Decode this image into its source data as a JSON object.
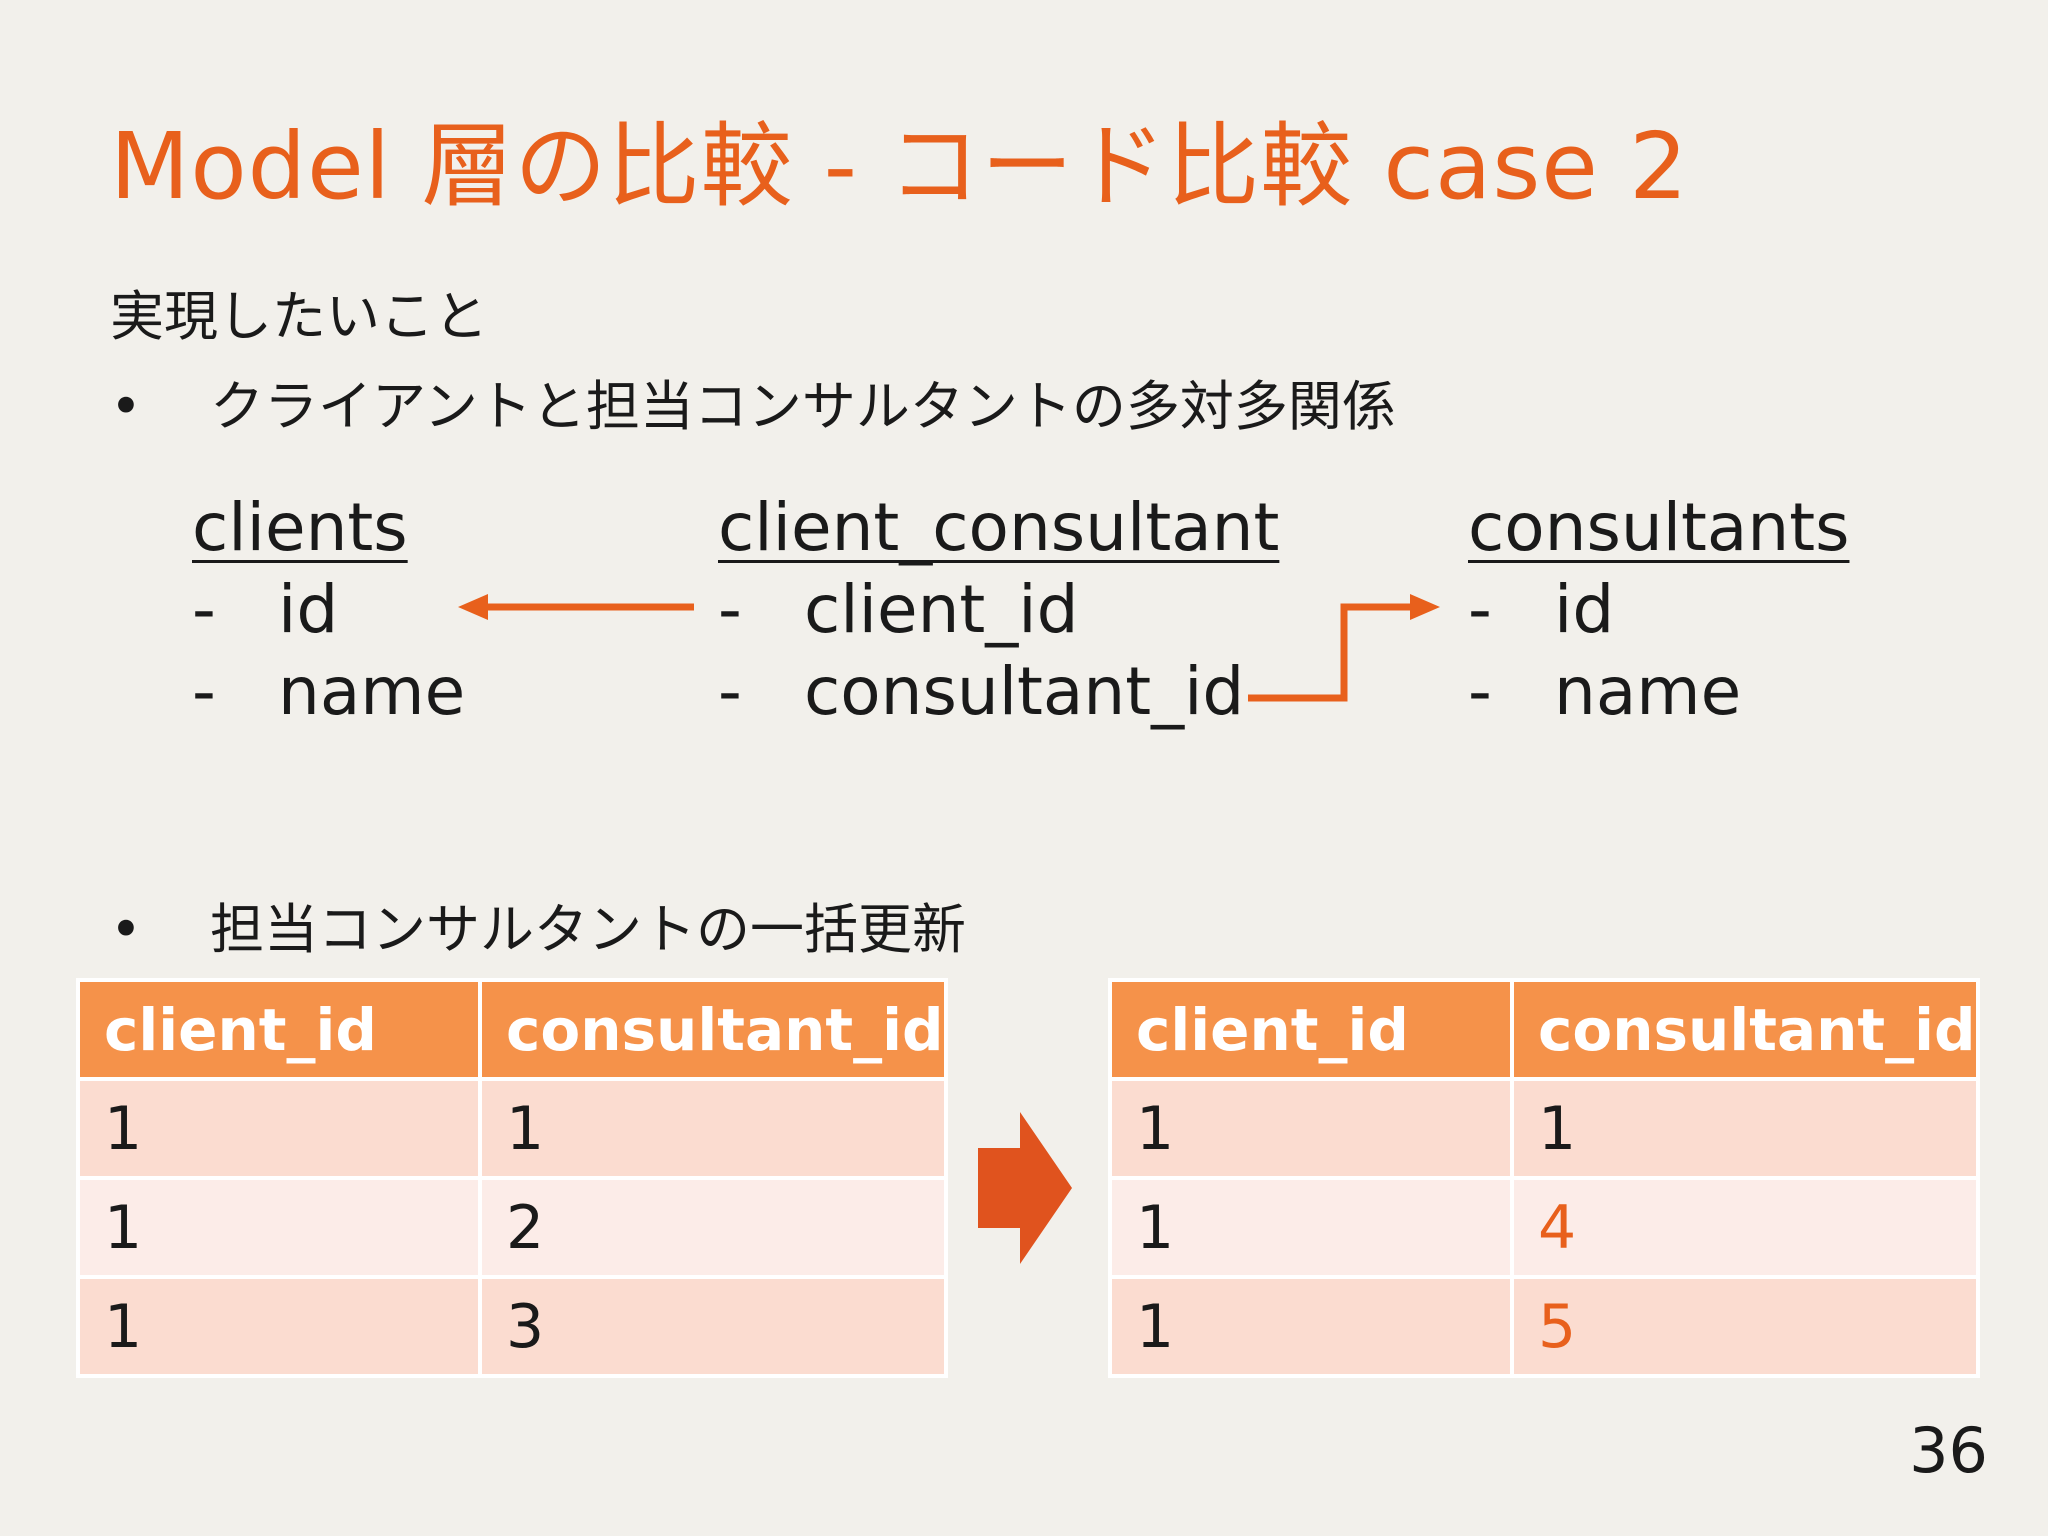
{
  "title": "Model 層の比較 - コード比較 case 2",
  "subhead": "実現したいこと",
  "bullets": [
    {
      "dot": "•",
      "text": "クライアントと担当コンサルタントの多対多関係"
    },
    {
      "dot": "•",
      "text": "担当コンサルタントの一括更新"
    }
  ],
  "entities": {
    "clients": {
      "name": "clients",
      "fields": [
        "id",
        "name"
      ]
    },
    "client_consultant": {
      "name": "client_consultant",
      "fields": [
        "client_id",
        "consultant_id"
      ]
    },
    "consultants": {
      "name": "consultants",
      "fields": [
        "id",
        "name"
      ]
    },
    "dash": "-"
  },
  "table_before": {
    "headers": [
      "client_id",
      "consultant_id"
    ],
    "rows": [
      [
        "1",
        "1"
      ],
      [
        "1",
        "2"
      ],
      [
        "1",
        "3"
      ]
    ]
  },
  "table_after": {
    "headers": [
      "client_id",
      "consultant_id"
    ],
    "rows": [
      [
        "1",
        "1"
      ],
      [
        "1",
        "4"
      ],
      [
        "1",
        "5"
      ]
    ]
  },
  "colors": {
    "accent": "#e8601c",
    "header_bg": "#f5924a",
    "row_odd": "#fbdcd0",
    "row_even": "#fcece8",
    "arrow": "#e0531e",
    "background": "#f2f0eb"
  },
  "icons": {
    "left_arrow": "arrow-left-icon",
    "elbow_arrow": "elbow-arrow-icon",
    "transition_arrow": "right-arrow-icon"
  },
  "page_number": "36"
}
